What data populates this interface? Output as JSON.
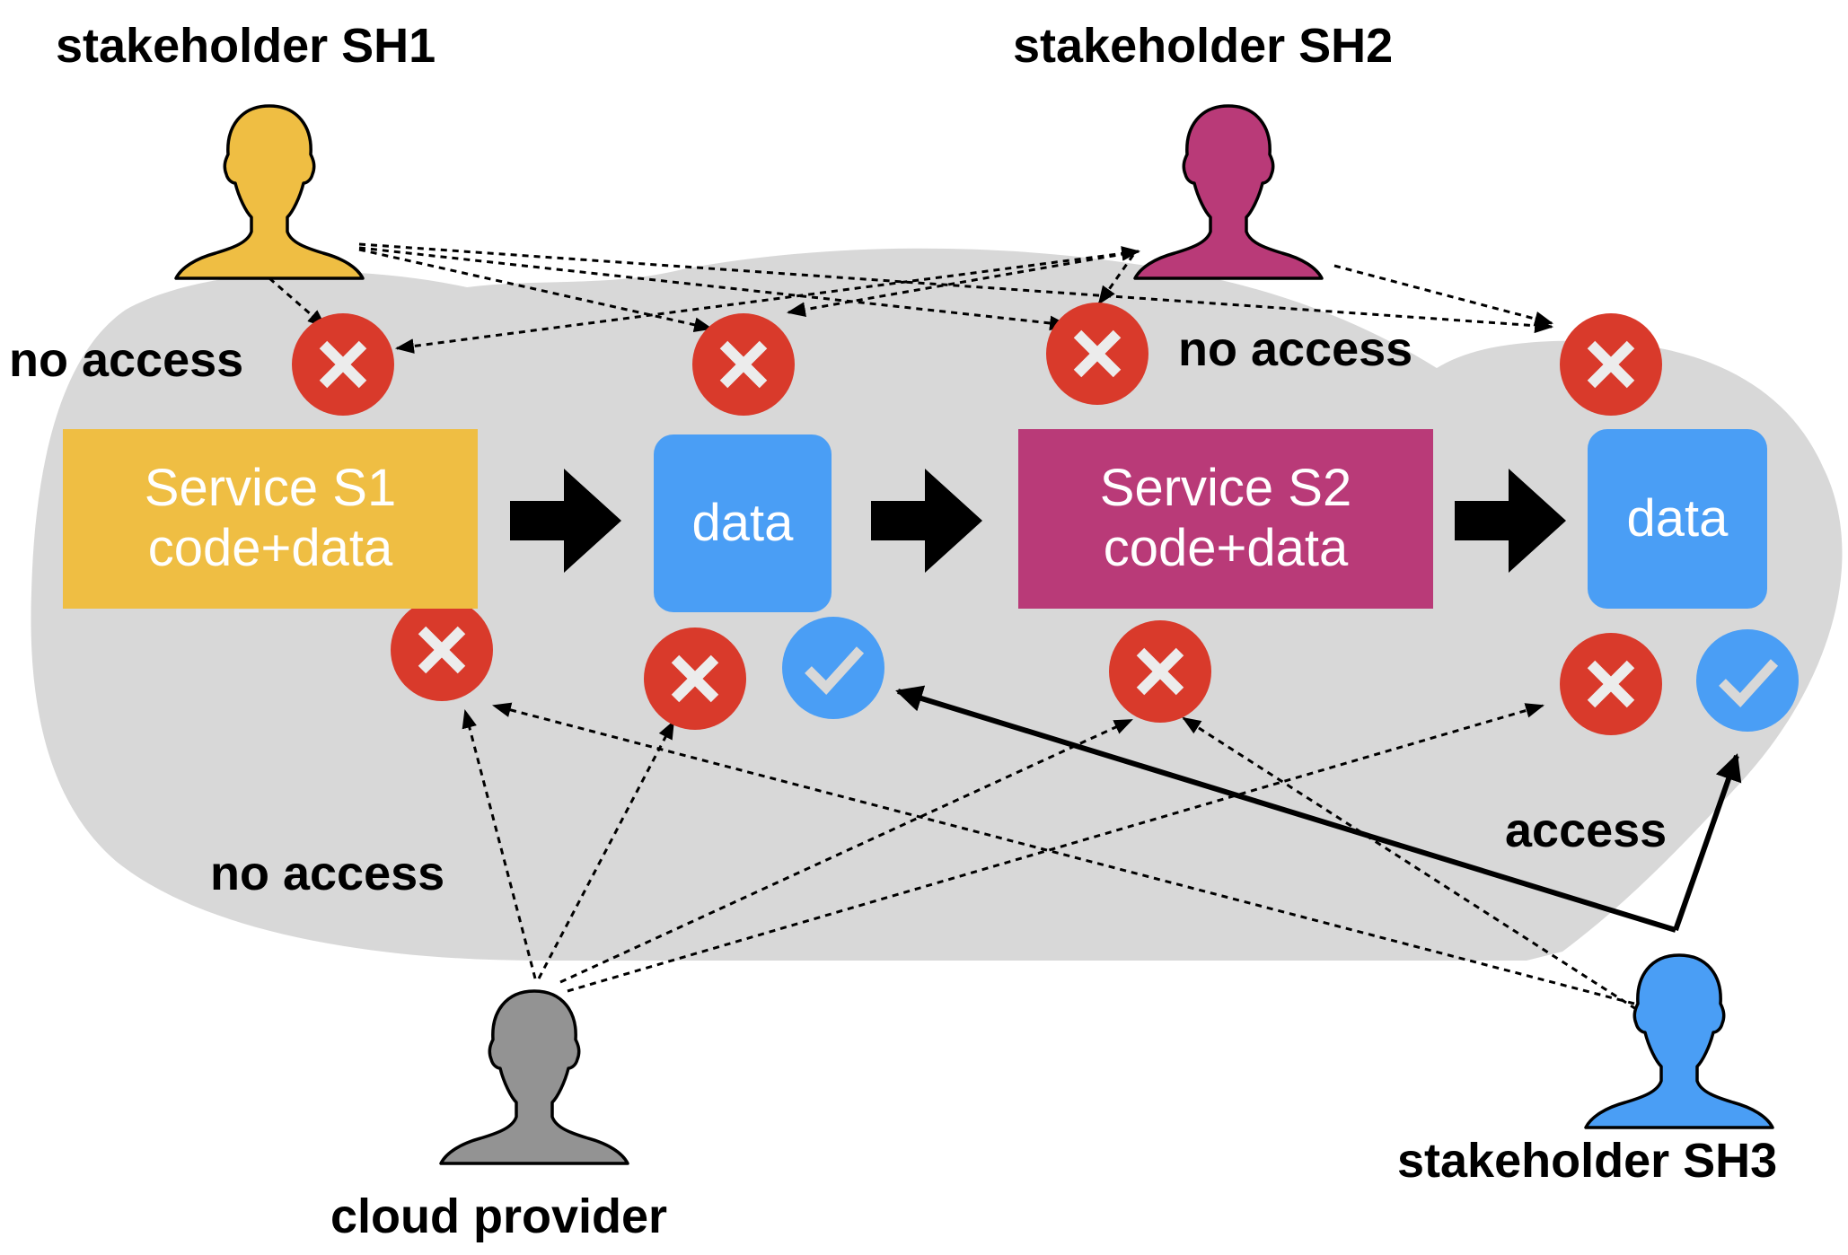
{
  "colors": {
    "sh1": "#efbe43",
    "sh2": "#b93a78",
    "sh3": "#4a9ef5",
    "cloud_provider": "#939393",
    "cloud": "#d8d8d8",
    "deny": "#d93a2b",
    "allow": "#4a9ef5",
    "data_box": "#4a9ef5"
  },
  "stakeholders": {
    "sh1": {
      "label": "stakeholder SH1",
      "icon": "person-icon"
    },
    "sh2": {
      "label": "stakeholder SH2",
      "icon": "person-icon"
    },
    "sh3": {
      "label": "stakeholder SH3",
      "icon": "person-icon"
    },
    "cloud_provider": {
      "label": "cloud provider",
      "icon": "person-icon"
    }
  },
  "services": {
    "s1": {
      "line1": "Service S1",
      "line2": "code+data"
    },
    "s2": {
      "line1": "Service S2",
      "line2": "code+data"
    }
  },
  "data_boxes": {
    "d1": {
      "label": "data"
    },
    "d2": {
      "label": "data"
    }
  },
  "annotations": {
    "no_access_top_left": "no access",
    "no_access_top_middle": "no access",
    "no_access_bottom": "no access",
    "access": "access"
  },
  "markers": {
    "deny_icon": "cross-icon",
    "allow_icon": "check-icon"
  }
}
